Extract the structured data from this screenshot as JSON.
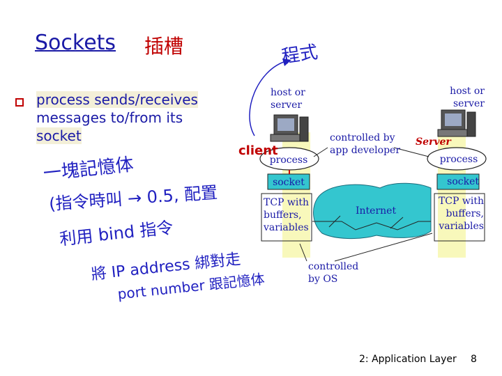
{
  "slide": {
    "title": "Sockets",
    "bullet_prefix": "process sends/receives",
    "bullet_line2": "messages to/from its",
    "bullet_line3": "socket",
    "annotations_handwritten": {
      "title_note": "插槽",
      "top_right_note": "程式",
      "client_note": "client",
      "server_note": "Server",
      "note_line1": "一塊記憶体",
      "note_line2": "(指令時叫 → 0.5, 配置",
      "note_line3": "利用 bind 指令",
      "note_line4": "將 IP address 綁對走",
      "note_line5": "port number 跟記憶体"
    }
  },
  "diagram": {
    "left_host_label": "host or server",
    "right_host_label": "host or server",
    "left_process": "process",
    "right_process": "process",
    "left_socket": "socket",
    "right_socket": "socket",
    "left_tcp": "TCP with buffers, variables",
    "right_tcp": "TCP with buffers, variables",
    "internet": "Internet",
    "controlled_app": "controlled by app developer",
    "controlled_os": "controlled by OS"
  },
  "footer": {
    "label": "2: Application Layer",
    "page": "8"
  },
  "colors": {
    "title": "#1a1aa6",
    "handwriting": "#2020c0",
    "title_note": "#c00000",
    "internet_cloud": "#34c6cf",
    "highlight_yellow": "#f7f7b4"
  }
}
